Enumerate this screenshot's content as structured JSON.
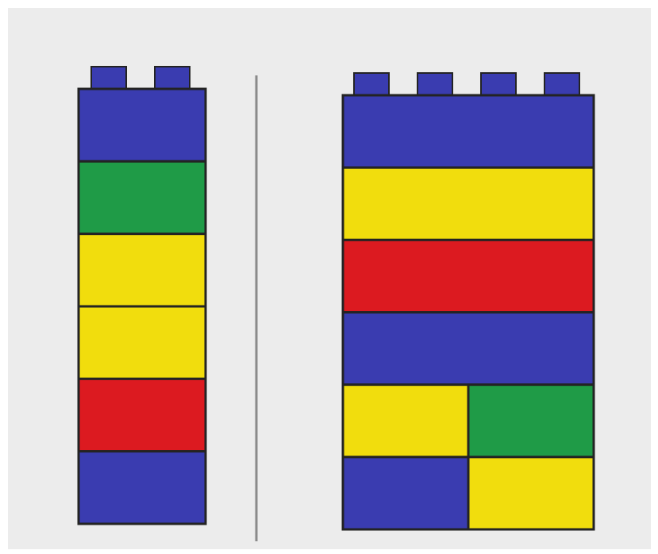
{
  "colors": {
    "blue": "#3a3cb0",
    "green": "#1f9b47",
    "yellow": "#f1dd0d",
    "red": "#dc1a20",
    "outline": "#232323",
    "divider": "#8a8a8a",
    "background": "#ececec"
  },
  "left_tower": {
    "studs": 2,
    "rows": [
      [
        "blue"
      ],
      [
        "green"
      ],
      [
        "yellow"
      ],
      [
        "yellow"
      ],
      [
        "red"
      ],
      [
        "blue"
      ]
    ]
  },
  "right_tower": {
    "studs": 4,
    "rows": [
      [
        "blue"
      ],
      [
        "yellow"
      ],
      [
        "red"
      ],
      [
        "blue"
      ],
      [
        "yellow",
        "green"
      ],
      [
        "blue",
        "yellow"
      ]
    ]
  }
}
